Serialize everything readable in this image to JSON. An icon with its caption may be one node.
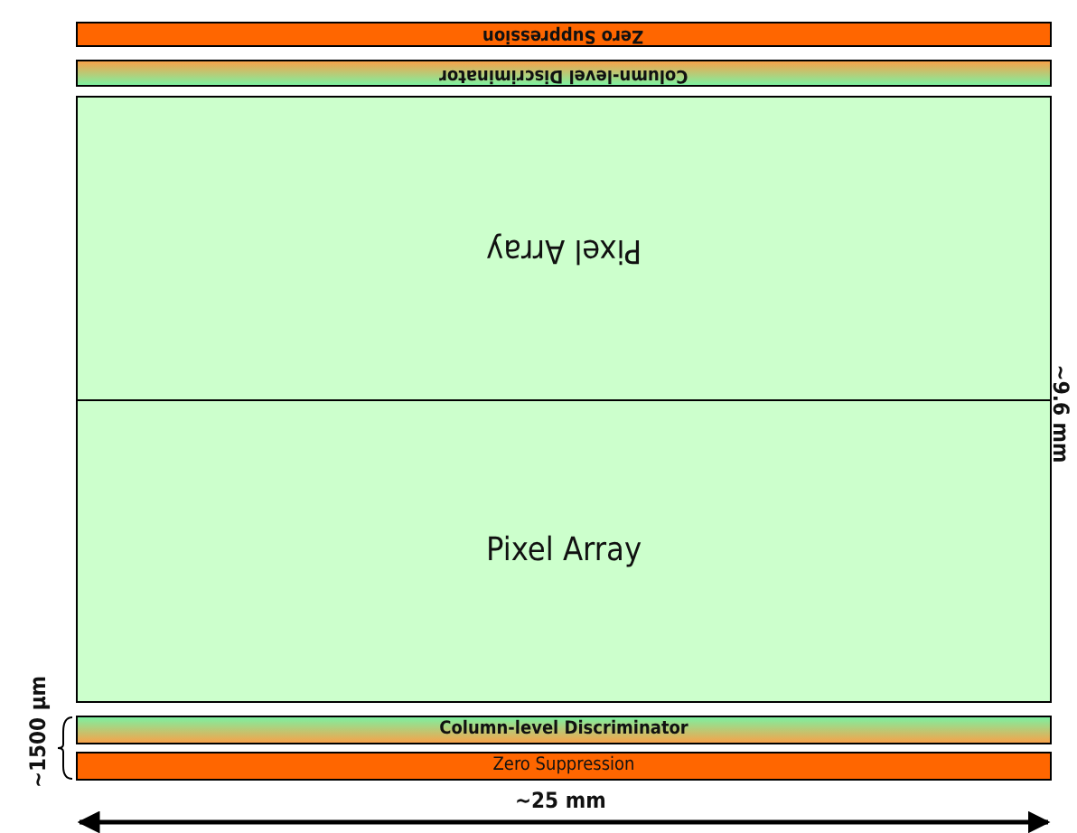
{
  "diagram": {
    "nodes": [
      {
        "text": [
          "Zero Suppression"
        ]
      },
      {
        "text": [
          "Column-level Discriminator"
        ]
      },
      {
        "text": [
          "Pixel Array"
        ]
      },
      {
        "text": [
          "Pixel Array"
        ]
      },
      {
        "text": [
          "Column-level Discriminator"
        ]
      },
      {
        "text": [
          "Zero Suppression"
        ]
      }
    ],
    "edges": [],
    "labels": [
      "~9.6 mm",
      "~1500 µm",
      "~25 mm"
    ]
  }
}
